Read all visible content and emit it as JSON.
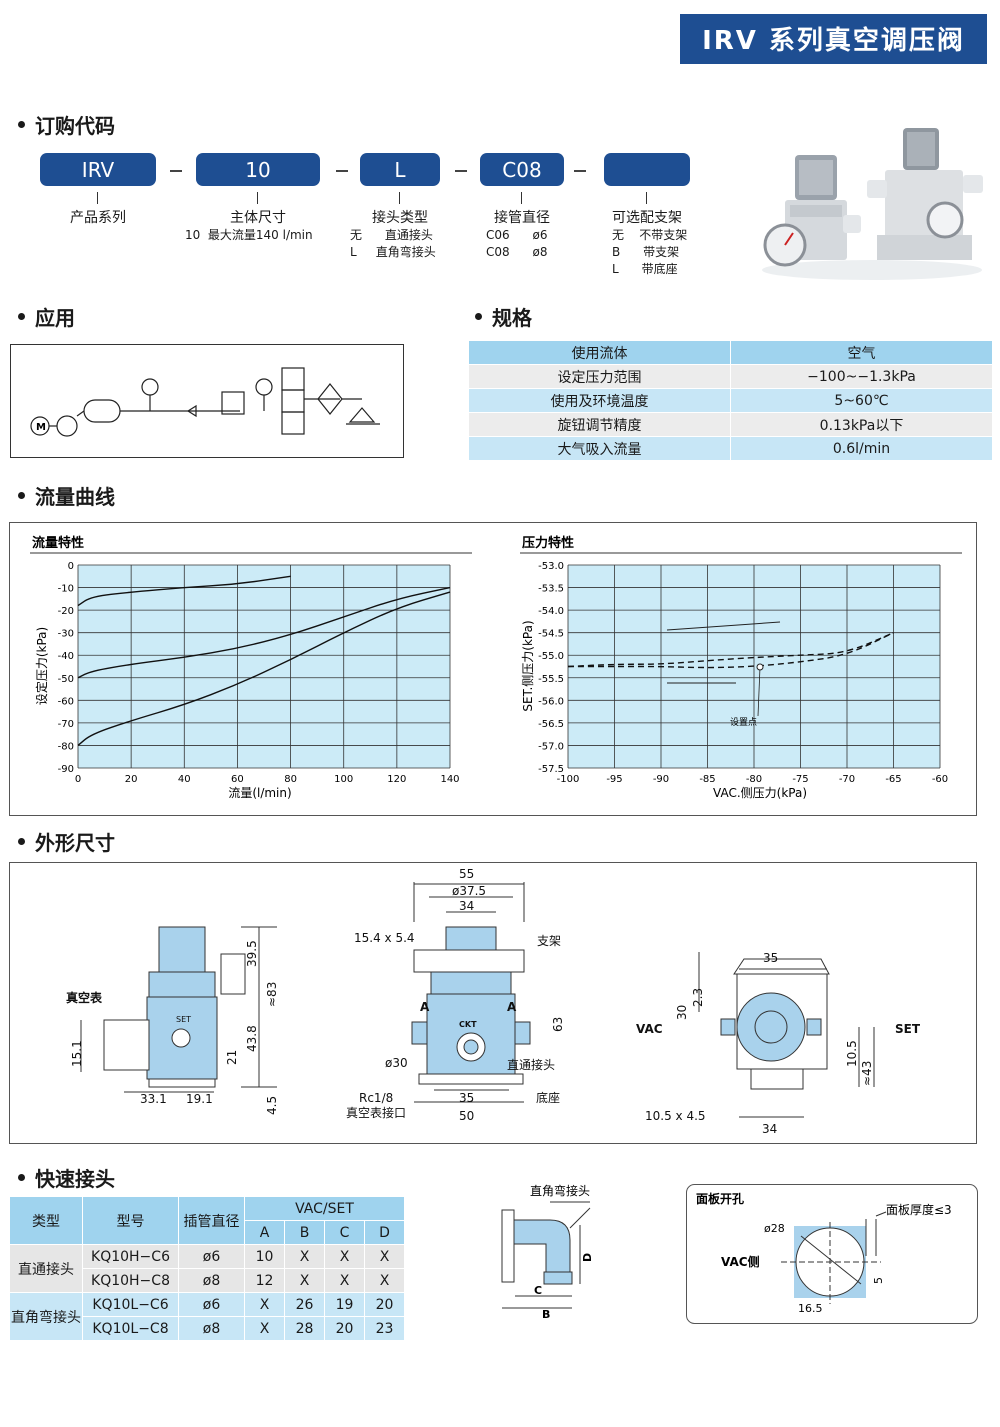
{
  "title": "IRV 系列真空调压阀",
  "sections": {
    "order": "订购代码",
    "application": "应用",
    "spec": "规格",
    "flow": "流量曲线",
    "dims": "外形尺寸",
    "quick": "快速接头"
  },
  "order_code": [
    {
      "code": "IRV",
      "label": "产品系列",
      "detail": ""
    },
    {
      "code": "10",
      "label": "主体尺寸",
      "detail": "10  最大流量140 l/min"
    },
    {
      "code": "L",
      "label": "接头类型",
      "detail": "无      直通接头\nL     直角弯接头"
    },
    {
      "code": "C08",
      "label": "接管直径",
      "detail": "C06      ø6\nC08      ø8"
    },
    {
      "code": "",
      "label": "可选配支架",
      "detail": "无    不带支架\nB      带支架\nL      带底座"
    }
  ],
  "spec_table": [
    [
      "使用流体",
      "空气"
    ],
    [
      "设定压力范围",
      "−100~−1.3kPa"
    ],
    [
      "使用及环境温度",
      "5~60℃"
    ],
    [
      "旋钮调节精度",
      "0.13kPa以下"
    ],
    [
      "大气吸入流量",
      "0.6l/min"
    ]
  ],
  "chart_data": [
    {
      "type": "line",
      "title": "流量特性",
      "xlabel": "流量(l/min)",
      "ylabel": "设定压力(kPa)",
      "xlim": [
        0,
        140
      ],
      "ylim": [
        -90,
        0
      ],
      "xticks": [
        "0",
        "20",
        "40",
        "60",
        "80",
        "100",
        "120",
        "140"
      ],
      "yticks": [
        "0",
        "-10",
        "-20",
        "-30",
        "-40",
        "-50",
        "-60",
        "-70",
        "-80",
        "-90"
      ],
      "grid": true,
      "series": [
        {
          "x": [
            0,
            5,
            20,
            40,
            60,
            80
          ],
          "y": [
            -18,
            -14,
            -12,
            -10,
            -8.5,
            -5
          ],
          "style": "solid"
        },
        {
          "x": [
            0,
            5,
            20,
            40,
            60,
            80,
            100,
            120,
            140
          ],
          "y": [
            -50,
            -47,
            -44,
            -41,
            -37,
            -31,
            -23,
            -15,
            -10
          ],
          "style": "solid"
        },
        {
          "x": [
            0,
            5,
            20,
            40,
            60,
            80,
            100,
            120,
            140
          ],
          "y": [
            -80,
            -75,
            -69,
            -62,
            -53,
            -42,
            -30,
            -19,
            -12
          ],
          "style": "solid"
        }
      ]
    },
    {
      "type": "line",
      "title": "压力特性",
      "xlabel": "VAC.侧压力(kPa)",
      "ylabel": "SET.侧压力(kPa)",
      "xlim": [
        -100,
        -60
      ],
      "ylim": [
        -57.5,
        -53.0
      ],
      "xticks": [
        "-100",
        "-95",
        "-90",
        "-85",
        "-80",
        "-75",
        "-70",
        "-65",
        "-60"
      ],
      "yticks": [
        "-53.0",
        "-53.5",
        "-54.0",
        "-54.5",
        "-55.0",
        "-55.5",
        "-56.0",
        "-56.5",
        "-57.0",
        "-57.5"
      ],
      "grid": true,
      "annotation": "设置点",
      "series": [
        {
          "x": [
            -100,
            -95,
            -90,
            -85,
            -80,
            -75,
            -70,
            -65
          ],
          "y": [
            -55.25,
            -55.2,
            -55.2,
            -55.12,
            -55.05,
            -55.0,
            -54.95,
            -54.5
          ],
          "style": "dashed"
        },
        {
          "x": [
            -100,
            -95,
            -90,
            -85,
            -80,
            -75,
            -70,
            -65
          ],
          "y": [
            -55.25,
            -55.25,
            -55.25,
            -55.28,
            -55.25,
            -55.15,
            -55.0,
            -54.5
          ],
          "style": "dashed"
        }
      ]
    }
  ],
  "dims": {
    "left": {
      "gauge": "真空表",
      "d1": "39.5",
      "d2": "≈83",
      "d3": "43.8",
      "d4": "21",
      "d5": "15.1",
      "d6": "33.1",
      "d7": "19.1",
      "d8": "4.5",
      "set": "SET"
    },
    "middle": {
      "d55": "55",
      "d375": "ø37.5",
      "d34": "34",
      "hole": "15.4 x 5.4",
      "bracket": "支架",
      "a": "A",
      "ckt": "CKT",
      "d63": "63",
      "d30": "ø30",
      "straight": "直通接头",
      "rc": "Rc1/8",
      "gaugeport": "真空表接口",
      "d35": "35",
      "d50": "50",
      "base": "底座"
    },
    "right": {
      "d35": "35",
      "d30": "30",
      "d23": "2.3",
      "vac": "VAC",
      "set": "SET",
      "d105": "10.5",
      "d43": "≈43",
      "hole": "10.5 x 4.5",
      "d34": "34"
    }
  },
  "quick_table": {
    "headers": [
      "类型",
      "型号",
      "插管直径",
      "VAC/SET"
    ],
    "sub": [
      "A",
      "B",
      "C",
      "D"
    ],
    "groups": [
      {
        "type": "直通接头",
        "rows": [
          [
            "KQ10H−C6",
            "ø6",
            "10",
            "X",
            "X",
            "X"
          ],
          [
            "KQ10H−C8",
            "ø8",
            "12",
            "X",
            "X",
            "X"
          ]
        ]
      },
      {
        "type": "直角弯接头",
        "rows": [
          [
            "KQ10L−C6",
            "ø6",
            "X",
            "26",
            "19",
            "20"
          ],
          [
            "KQ10L−C8",
            "ø8",
            "X",
            "28",
            "20",
            "23"
          ]
        ]
      }
    ]
  },
  "elbow": {
    "title": "直角弯接头",
    "c": "C",
    "d": "D",
    "b": "B"
  },
  "panel": {
    "title": "面板开孔",
    "dia": "ø28",
    "thick": "面板厚度≤3",
    "vac": "VAC侧",
    "d5": "5",
    "d165": "16.5"
  },
  "colors": {
    "brand": "#1e4e92",
    "chart_bg": "#ccebf7",
    "table_head": "#9fd3ee"
  }
}
